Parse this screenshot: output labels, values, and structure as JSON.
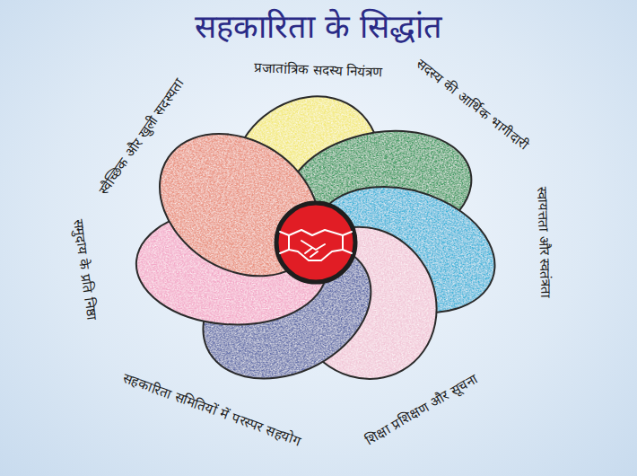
{
  "diagram": {
    "title": "सहकारिता के सिद्धांत",
    "labels": [
      "प्रजातांत्रिक सदस्य नियंत्रण",
      "सदस्य की आर्थिक भागीदारी",
      "स्वायत्तता और स्वतंत्रता",
      "शिक्षा प्रशिक्षण और सूचना",
      "सहकारिता समितियों में परस्पर सहयोग",
      "समुदाय के प्रति निष्ठा",
      "स्वैच्छिक और खुली सदस्यता"
    ]
  }
}
